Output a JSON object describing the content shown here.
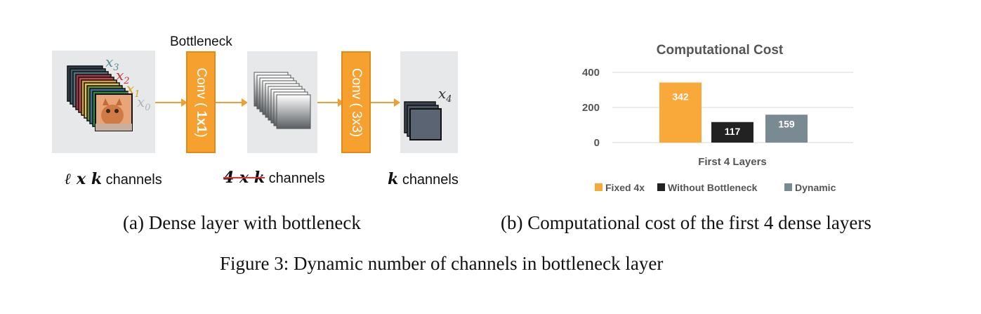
{
  "diagram": {
    "bottleneck_label": "Bottleneck",
    "conv1_label": "Conv ( ",
    "conv1_num": "1x1",
    "conv1_end": ")",
    "conv2_label": "Conv ( 3x3)",
    "x_labels": [
      "x",
      "x",
      "x",
      "x",
      "x"
    ],
    "x_subs": [
      "3",
      "2",
      "1",
      "0",
      "4"
    ],
    "ch1_sym": "ℓ x k",
    "ch2_sym": "4 x k",
    "ch3_sym": "k",
    "channels_word": "channels"
  },
  "colors": {
    "conv_fill": "#f6a030",
    "series": [
      "#f9a83a",
      "#222222",
      "#7a8a93"
    ]
  },
  "chart_data": {
    "type": "bar",
    "title": "Computational Cost",
    "categories": [
      "First 4 Layers"
    ],
    "series": [
      {
        "name": "Fixed 4x",
        "values": [
          342
        ]
      },
      {
        "name": "Without Bottleneck",
        "values": [
          117
        ]
      },
      {
        "name": "Dynamic",
        "values": [
          159
        ]
      }
    ],
    "ylim": [
      0,
      400
    ],
    "yticks": [
      "0",
      "200",
      "400"
    ],
    "grid": true,
    "legend": "bottom",
    "data_labels": [
      "342",
      "117",
      "159"
    ]
  },
  "captions": {
    "a": "(a) Dense layer with bottleneck",
    "b": "(b) Computational cost of the first 4 dense layers",
    "figure": "Figure 3: Dynamic number of channels in bottleneck layer"
  }
}
